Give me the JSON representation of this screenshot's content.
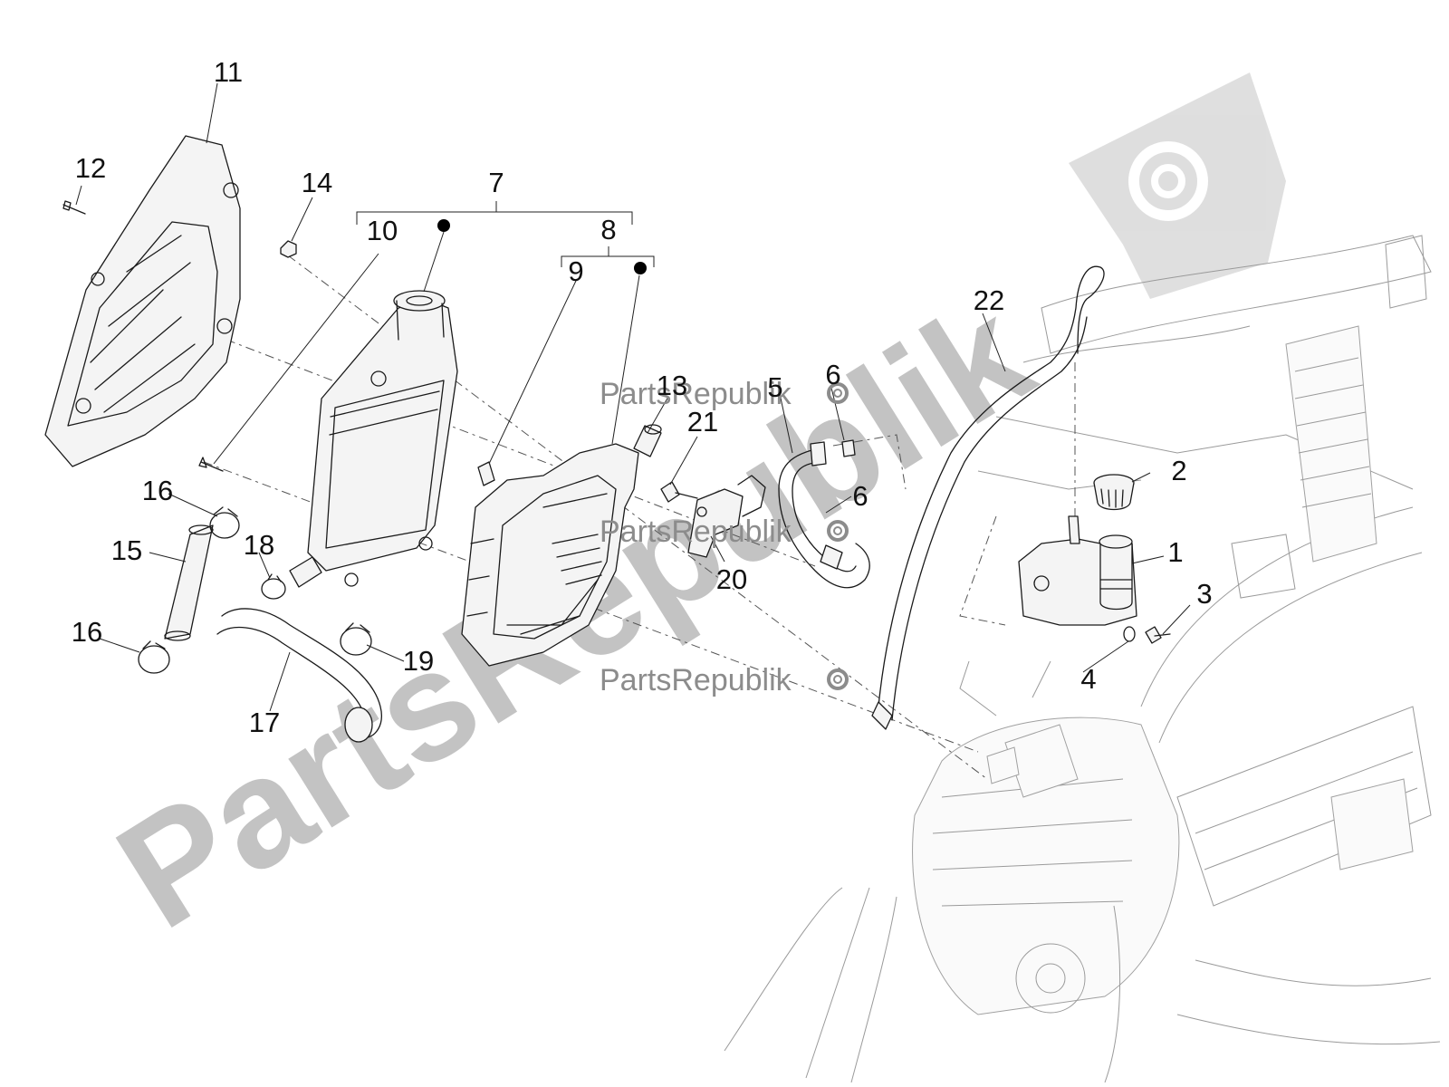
{
  "watermark": {
    "main": "PartsRepublik",
    "small": "PartsRepublik",
    "color": "#b9b9b9"
  },
  "callouts": {
    "c1": "1",
    "c2": "2",
    "c3": "3",
    "c4": "4",
    "c5": "5",
    "c6a": "6",
    "c6b": "6",
    "c7": "7",
    "c8": "8",
    "c9": "9",
    "c10": "10",
    "c11": "11",
    "c12": "12",
    "c13": "13",
    "c14": "14",
    "c15": "15",
    "c16a": "16",
    "c16b": "16",
    "c17": "17",
    "c18": "18",
    "c19": "19",
    "c20": "20",
    "c21": "21",
    "c22": "22"
  },
  "icons": [
    "gear-icon",
    "gear-logo-icon"
  ]
}
